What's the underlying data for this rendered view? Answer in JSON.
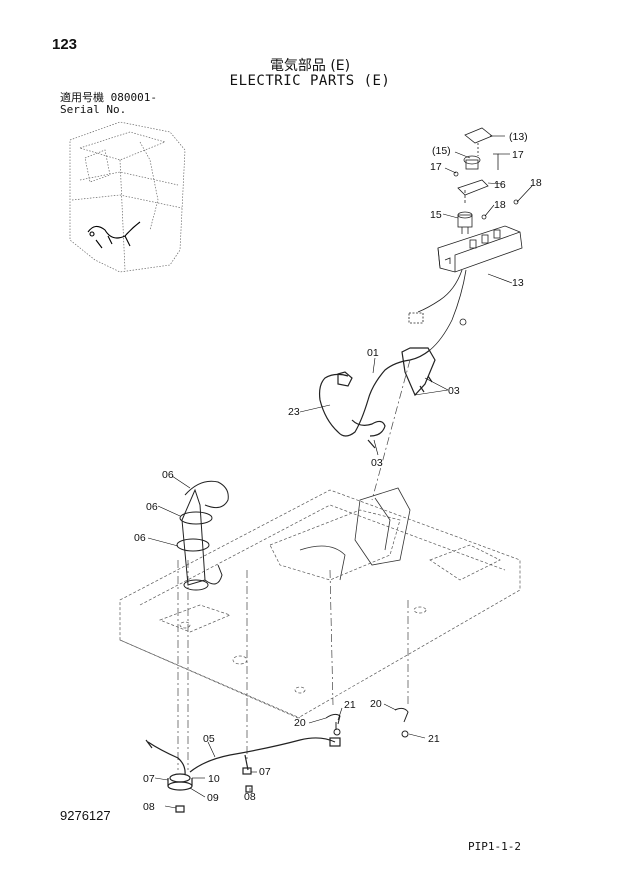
{
  "header": {
    "page_number": "123",
    "title_jp": "電気部品 (E)",
    "title_en": "ELECTRIC PARTS (E)",
    "serial_label_jp": "適用号機  080001-",
    "serial_label_en": "Serial No."
  },
  "footer": {
    "document_number": "9276127",
    "figure_code": "PIP1-1-2"
  },
  "callouts": [
    {
      "id": "c13a",
      "label": "(13)"
    },
    {
      "id": "c15a",
      "label": "(15)"
    },
    {
      "id": "c17a",
      "label": "17"
    },
    {
      "id": "c17b",
      "label": "17"
    },
    {
      "id": "c16",
      "label": "16"
    },
    {
      "id": "c18a",
      "label": "18"
    },
    {
      "id": "c18b",
      "label": "18"
    },
    {
      "id": "c15",
      "label": "15"
    },
    {
      "id": "c13",
      "label": "13"
    },
    {
      "id": "c01",
      "label": "01"
    },
    {
      "id": "c03a",
      "label": "03"
    },
    {
      "id": "c23",
      "label": "23"
    },
    {
      "id": "c03b",
      "label": "03"
    },
    {
      "id": "c06a",
      "label": "06"
    },
    {
      "id": "c06b",
      "label": "06"
    },
    {
      "id": "c06c",
      "label": "06"
    },
    {
      "id": "c20a",
      "label": "20"
    },
    {
      "id": "c21a",
      "label": "21"
    },
    {
      "id": "c20b",
      "label": "20"
    },
    {
      "id": "c21b",
      "label": "21"
    },
    {
      "id": "c05",
      "label": "05"
    },
    {
      "id": "c10",
      "label": "10"
    },
    {
      "id": "c07a",
      "label": "07"
    },
    {
      "id": "c07b",
      "label": "07"
    },
    {
      "id": "c09",
      "label": "09"
    },
    {
      "id": "c08a",
      "label": "08"
    },
    {
      "id": "c08b",
      "label": "08"
    }
  ]
}
